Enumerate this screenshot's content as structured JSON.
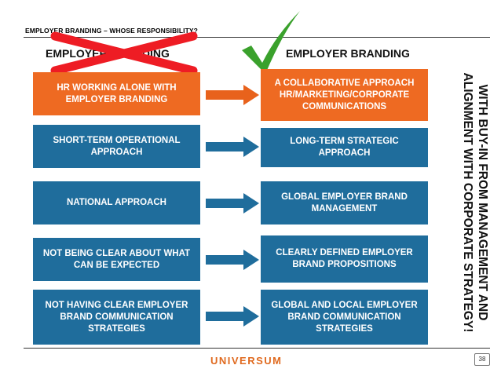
{
  "header": {
    "title": "EMPLOYER BRANDING – WHOSE RESPONSIBILITY?"
  },
  "left_heading": "EMPLOYER BRANDING",
  "right_heading": "EMPLOYER BRANDING",
  "rows": [
    {
      "left": "HR WORKING ALONE WITH EMPLOYER BRANDING",
      "right": "A COLLABORATIVE APPROACH HR/MARKETING/CORPORATE COMMUNICATIONS",
      "highlight": true
    },
    {
      "left": "SHORT-TERM OPERATIONAL APPROACH",
      "right": "LONG-TERM STRATEGIC APPROACH",
      "highlight": false
    },
    {
      "left": "NATIONAL APPROACH",
      "right": "GLOBAL EMPLOYER BRAND MANAGEMENT",
      "highlight": false
    },
    {
      "left": "NOT BEING CLEAR ABOUT WHAT CAN BE EXPECTED",
      "right": "CLEARLY DEFINED EMPLOYER BRAND PROPOSITIONS",
      "highlight": false
    },
    {
      "left": "NOT HAVING CLEAR EMPLOYER BRAND COMMUNICATION STRATEGIES",
      "right": "GLOBAL AND LOCAL EMPLOYER BRAND COMMUNICATION STRATEGIES",
      "highlight": false
    }
  ],
  "side_note": "WITH BUY-IN FROM MANAGEMENT AND ALIGNMENT WITH CORPORATE STRATEGY!",
  "footer": {
    "logo": "UNIVERSUM",
    "page_number": "38"
  },
  "colors": {
    "blue_box": "#1f6d9c",
    "orange_box": "#ee6a22",
    "blue_arrow": "#1f6d9c",
    "orange_arrow": "#e8621c",
    "cross": "#ee1c24",
    "check": "#3aa12c"
  },
  "icons": {
    "cross": "cross-out-icon",
    "check": "check-mark-icon"
  }
}
